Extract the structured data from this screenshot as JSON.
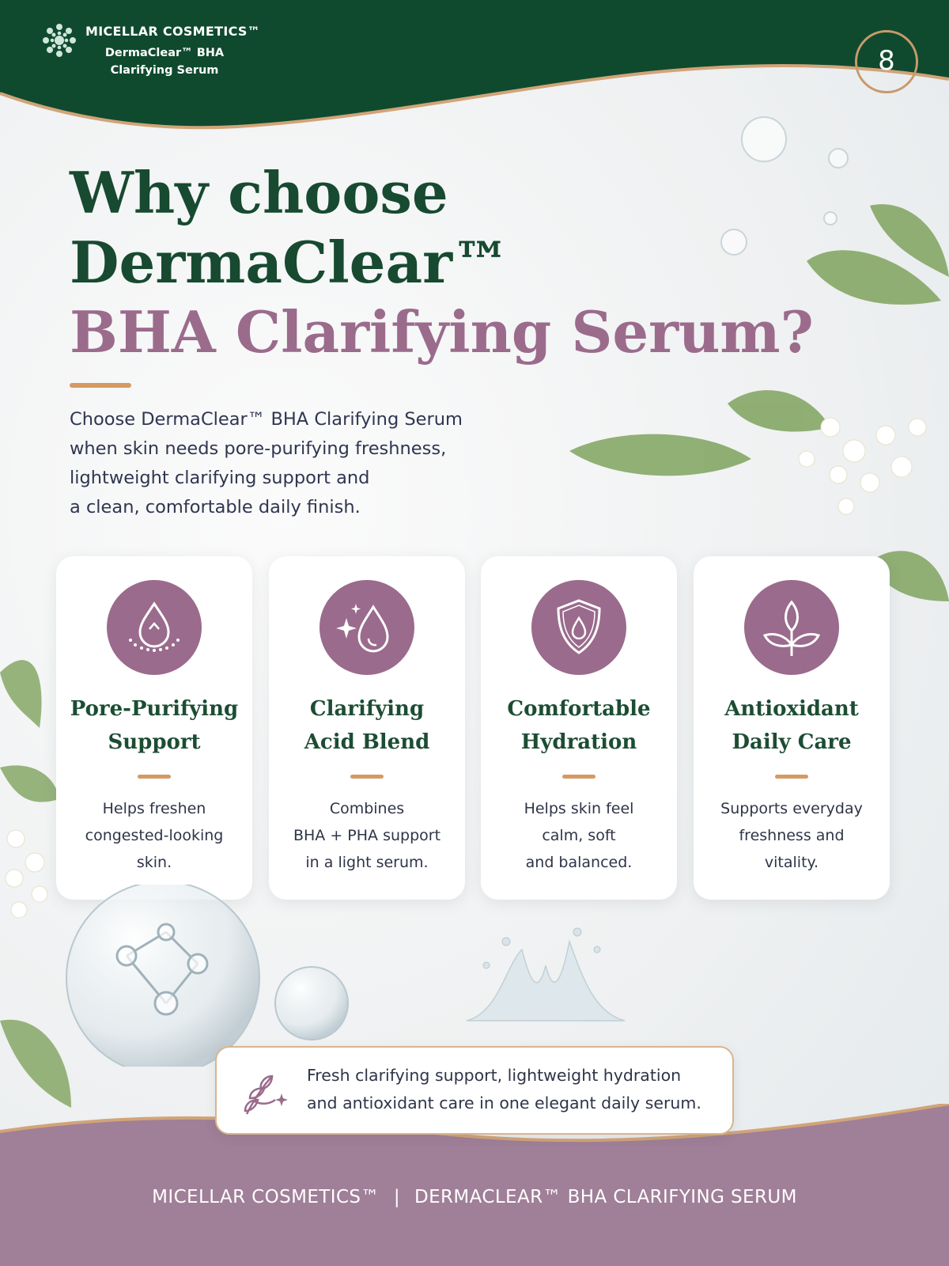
{
  "colors": {
    "dark_green": "#0f4a2e",
    "mauve": "#9a6b8c",
    "gold": "#d49a62",
    "text": "#2f3650"
  },
  "header": {
    "brand_name": "MICELLAR COSMETICS™",
    "brand_product_line1": "DermaClear™ BHA",
    "brand_product_line2": "Clarifying Serum",
    "logo_icon": "flower-logo-icon",
    "page_number": "8"
  },
  "hero": {
    "title_line1": "Why choose",
    "title_line2": "DermaClear™",
    "title_line3": "BHA Clarifying Serum?",
    "intro_lines": [
      "Choose DermaClear™ BHA Clarifying Serum",
      "when skin needs pore-purifying freshness,",
      "lightweight clarifying support and",
      "a clean, comfortable daily finish."
    ]
  },
  "cards": [
    {
      "icon": "droplet-pores-icon",
      "title_line1": "Pore-Purifying",
      "title_line2": "Support",
      "text_lines": [
        "Helps freshen",
        "congested-looking",
        "skin."
      ]
    },
    {
      "icon": "sparkle-droplet-icon",
      "title_line1": "Clarifying",
      "title_line2": "Acid Blend",
      "text_lines": [
        "Combines",
        "BHA + PHA support",
        "in a light serum."
      ]
    },
    {
      "icon": "shield-droplet-icon",
      "title_line1": "Comfortable",
      "title_line2": "Hydration",
      "text_lines": [
        "Helps skin feel",
        "calm, soft",
        "and balanced."
      ]
    },
    {
      "icon": "sprout-icon",
      "title_line1": "Antioxidant",
      "title_line2": "Daily Care",
      "text_lines": [
        "Supports everyday",
        "freshness and",
        "vitality."
      ]
    }
  ],
  "banner": {
    "icon": "leaf-sparkle-icon",
    "line1": "Fresh clarifying support, lightweight hydration",
    "line2": "and antioxidant care in one elegant daily serum."
  },
  "footer": {
    "left": "MICELLAR COSMETICS™",
    "separator": "|",
    "right": "DERMACLEAR™ BHA CLARIFYING SERUM"
  }
}
